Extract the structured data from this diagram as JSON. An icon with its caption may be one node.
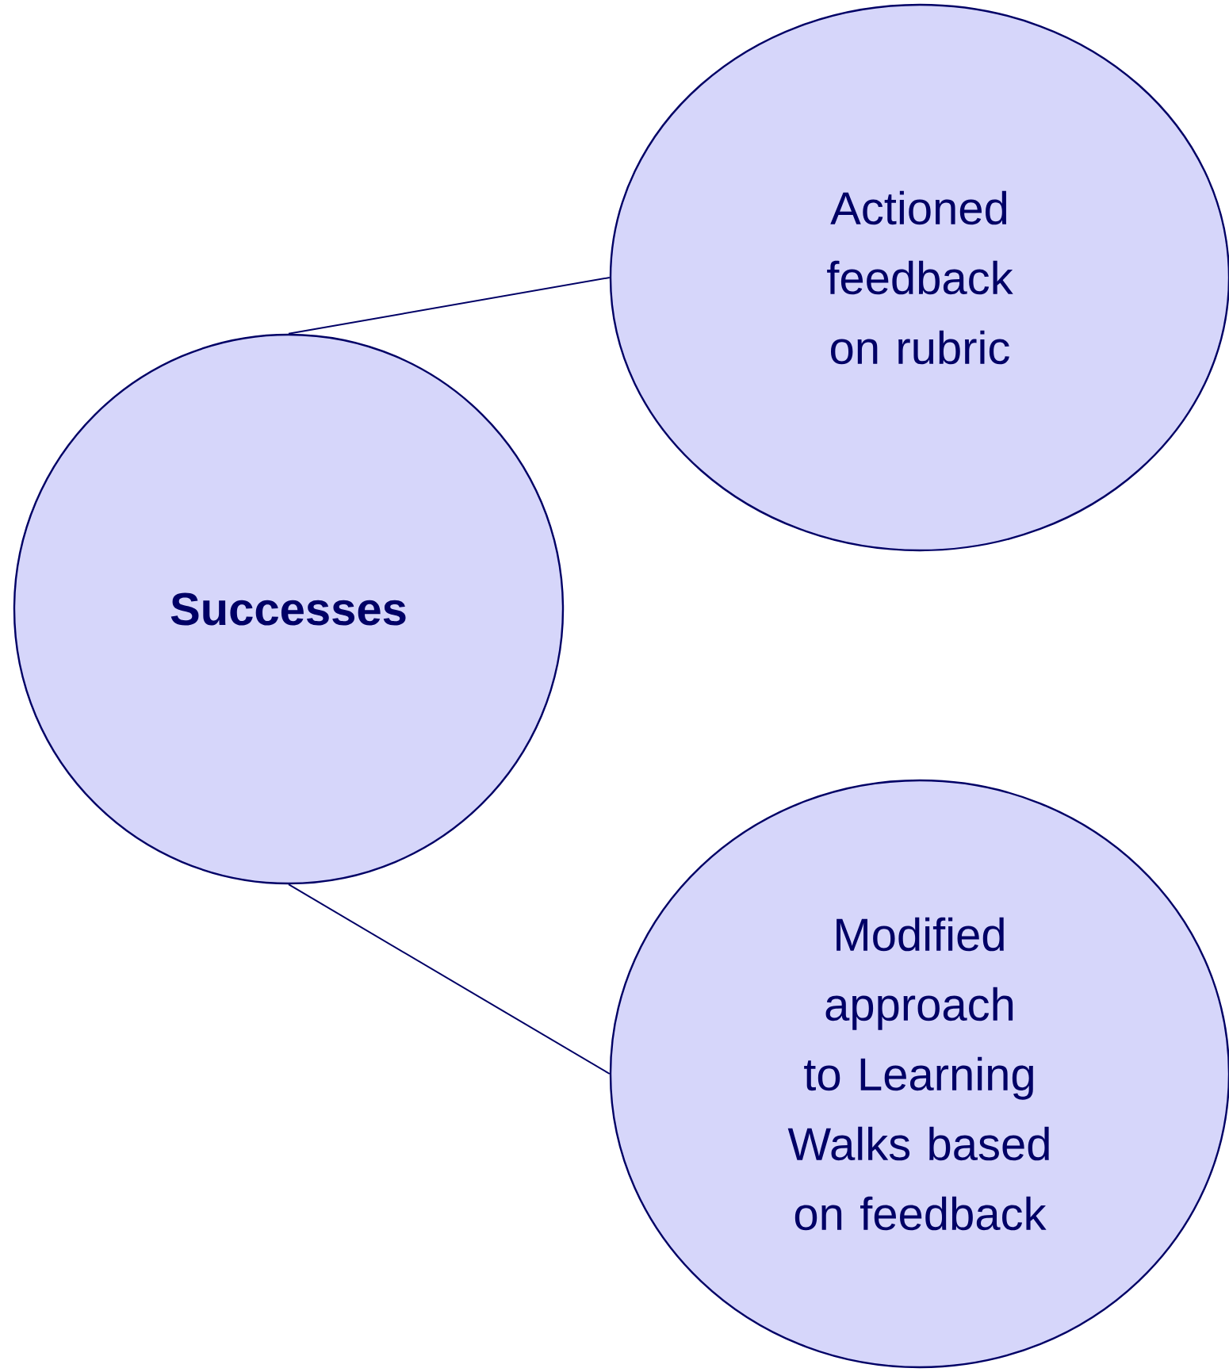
{
  "diagram": {
    "nodes": [
      {
        "text": [
          "**Successes**"
        ]
      },
      {
        "text": [
          "Actioned feedback on rubric"
        ]
      },
      {
        "text": [
          "Modified approach to Learning Walks based on feedback"
        ]
      }
    ],
    "edges": [
      {
        "from": 0,
        "to": 1,
        "arrow": "none"
      },
      {
        "from": 0,
        "to": 2,
        "arrow": "none"
      }
    ]
  }
}
